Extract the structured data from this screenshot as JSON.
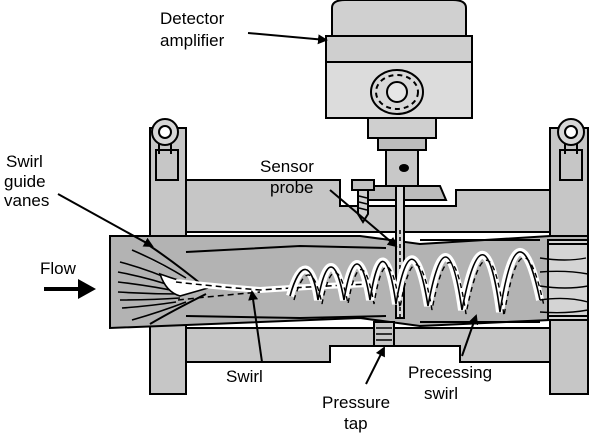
{
  "labels": {
    "detector_amplifier": [
      "Detector",
      "amplifier"
    ],
    "swirl_guide_vanes": [
      "Swirl",
      "guide",
      "vanes"
    ],
    "sensor_probe": [
      "Sensor",
      "probe"
    ],
    "flow": "Flow",
    "swirl": "Swirl",
    "pressure_tap": [
      "Pressure",
      "tap"
    ],
    "precessing_swirl": [
      "Precessing",
      "swirl"
    ]
  },
  "colors": {
    "body_fill": "#c8c8c8",
    "bore_fill": "#b4b4b4",
    "outline": "#000000",
    "swirl_fill": "#ffffff"
  }
}
